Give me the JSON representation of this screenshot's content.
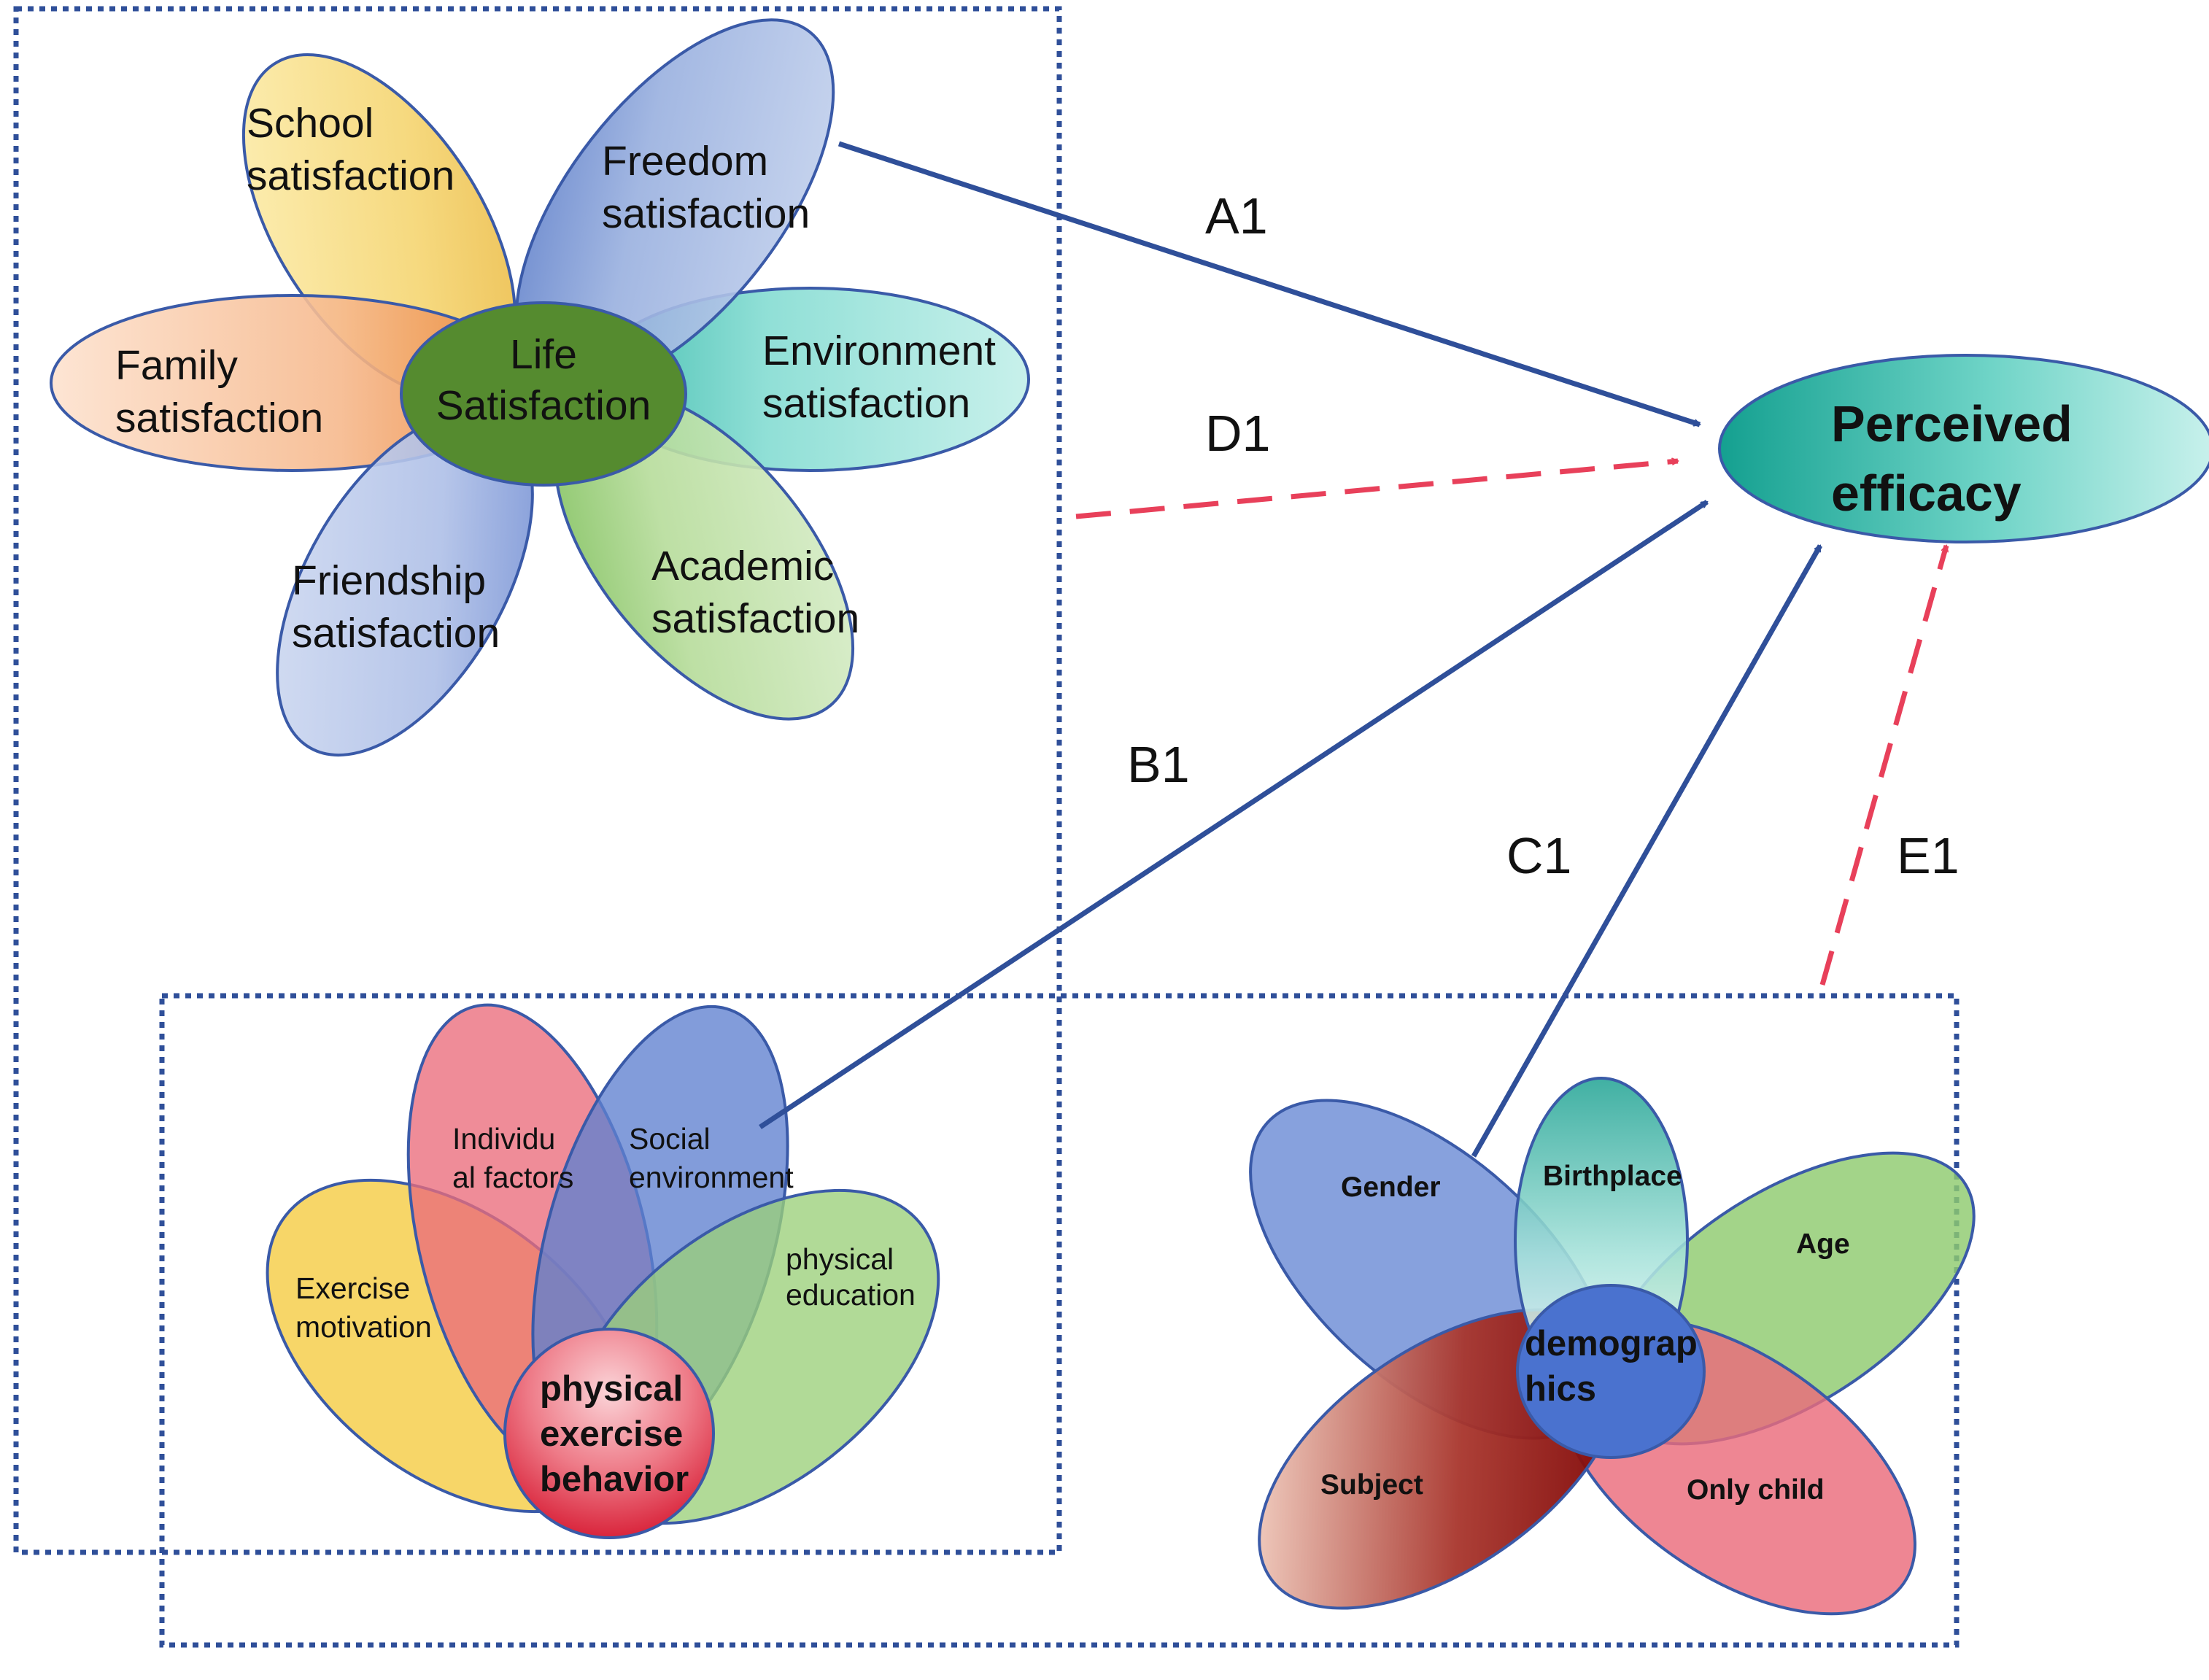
{
  "life_satisfaction_group": {
    "center": "Life Satisfaction",
    "petals": {
      "school": "School satisfaction",
      "freedom": "Freedom satisfaction",
      "family": "Family satisfaction",
      "environment": "Environment satisfaction",
      "friendship": "Friendship satisfaction",
      "academic": "Academic satisfaction"
    }
  },
  "physical_exercise_group": {
    "center": "physical exercise behavior",
    "petals": {
      "individual": "Individual factors",
      "social": "Social environment",
      "motivation": "Exercise motivation",
      "education": "physical education"
    }
  },
  "demographics_group": {
    "center": "demographics",
    "petals": {
      "gender": "Gender",
      "birthplace": "Birthplace",
      "age": "Age",
      "subject": "Subject",
      "only_child": "Only child"
    }
  },
  "target": "Perceived efficacy",
  "paths": {
    "a1": "A1",
    "d1": "D1",
    "b1": "B1",
    "c1": "C1",
    "e1": "E1"
  },
  "colors": {
    "solid_arrow": "#2f4f99",
    "dashed_arrow": "#e8405a",
    "box_border": "#2f4f99",
    "life_center": "#558b2f",
    "target_fill": "#1aa99a"
  }
}
